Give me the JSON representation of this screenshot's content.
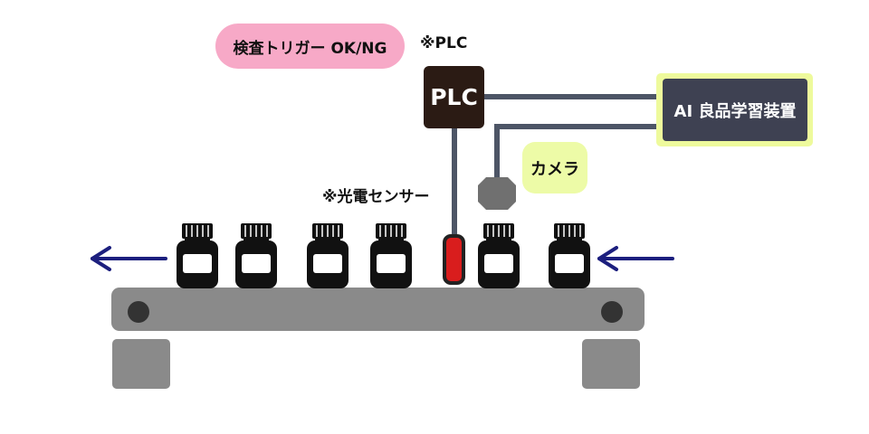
{
  "trigger_label": "検査トリガー OK/NG",
  "plc_note": "※PLC",
  "plc_box_label": "PLC",
  "ai_device_label": "AI 良品学習装置",
  "camera_label": "カメラ",
  "sensor_note": "※光電センサー",
  "colors": {
    "trigger_pill": "#f7a9c7",
    "plc_box": "#2b1b14",
    "ai_box": "#3e4152",
    "ai_border": "#eefa9c",
    "camera_pill": "#edfba7",
    "cable": "#4d5566",
    "conveyor": "#8a8a8a",
    "sensor": "#d91d1d",
    "arrow": "#1c1f7e"
  }
}
